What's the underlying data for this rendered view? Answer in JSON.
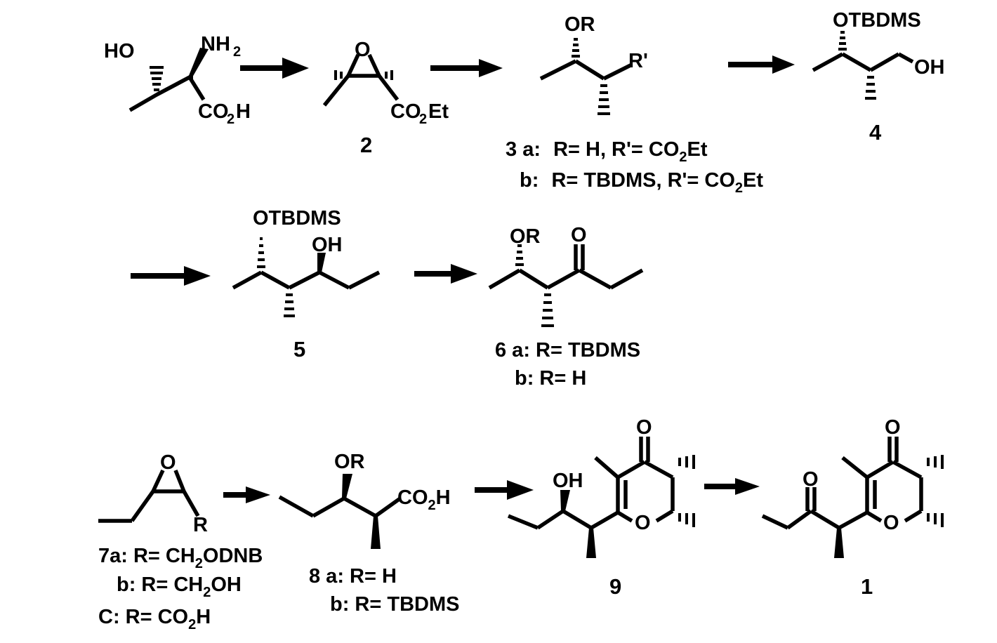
{
  "atoms": {
    "ho": "HO",
    "nh2_main": "NH",
    "nh2_sub": "2",
    "co2h_1_a": "CO",
    "co2h_1_sub": "2",
    "co2h_1_b": "H",
    "epox_o_2": "O",
    "co2et_2_a": "CO",
    "co2et_2_sub": "2",
    "co2et_2_b": "Et",
    "or_3": "OR",
    "rprime_3": "R'",
    "otbdms_4": "OTBDMS",
    "oh_4": "OH",
    "otbdms_5": "OTBDMS",
    "oh_5": "OH",
    "or_6": "OR",
    "ketone_o_6": "O",
    "epox_o_7": "O",
    "r_7": "R",
    "or_8": "OR",
    "co2h_8_a": "CO",
    "co2h_8_sub": "2",
    "co2h_8_b": "H",
    "oh_9": "OH",
    "ketone_o_9": "O",
    "ring_o_9": "O",
    "ketone_o_1a": "O",
    "ketone_o_1b": "O",
    "ring_o_1": "O"
  },
  "labels": {
    "c2": "2",
    "c3a_num": "3",
    "c3a_letter": "a:",
    "c3a_text": "R= H, R'= CO",
    "c3a_sub": "2",
    "c3a_end": "Et",
    "c3b_letter": "b:",
    "c3b_text": "R= TBDMS, R'= CO",
    "c3b_sub": "2",
    "c3b_end": "Et",
    "c4": "4",
    "c5": "5",
    "c6a": "6 a:  R=  TBDMS",
    "c6b": "b:  R=  H",
    "c7a_a": "7a: R= CH",
    "c7a_sub": "2",
    "c7a_b": "ODNB",
    "c7b_a": "b: R= CH",
    "c7b_sub": "2",
    "c7b_b": "OH",
    "c7c_a": "C: R= CO",
    "c7c_sub": "2",
    "c7c_b": "H",
    "c8a": "8 a: R= H",
    "c8b": "b: R= TBDMS",
    "c9": "9",
    "c1": "1"
  }
}
